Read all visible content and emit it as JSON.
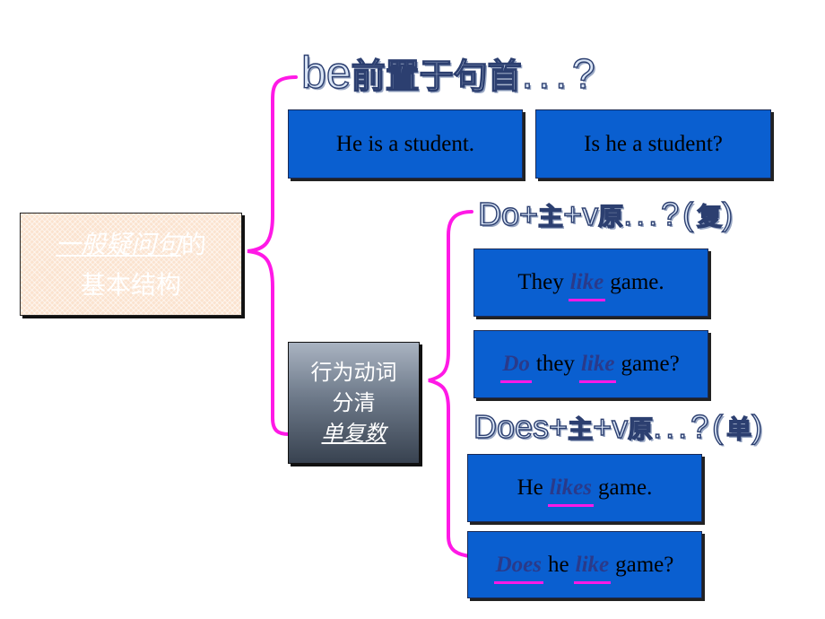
{
  "root": {
    "line1_underlined": "一般疑问句",
    "line1_rest": "的",
    "line2": "基本结构"
  },
  "be_heading": {
    "latin": "be",
    "cjk": "前置于句首",
    "tail": "...?"
  },
  "be_examples": [
    "He is a student.",
    "Is he a student?"
  ],
  "verb_box": {
    "line1": "行为动词",
    "line2": "分清",
    "line3": "单复数"
  },
  "do_heading": {
    "latin1": "Do+",
    "cjk1": "主",
    "latin2": "+v",
    "cjk2": "原",
    "tail": "...?(",
    "cjk3": "复",
    "end": ")"
  },
  "do_examples": [
    {
      "before": "They",
      "verb": "like",
      "after": "game."
    },
    {
      "aux": "Do",
      "mid": "they",
      "verb": "like",
      "after": "game?"
    }
  ],
  "does_heading": {
    "latin1": "Does+",
    "cjk1": "主",
    "latin2": "+v",
    "cjk2": "原",
    "tail": "...?(",
    "cjk3": "单",
    "end": ")"
  },
  "does_examples": [
    {
      "before": "He",
      "verb": "likes",
      "after": "game."
    },
    {
      "aux": "Does",
      "mid": "he",
      "verb": "like",
      "after": "game?"
    }
  ],
  "colors": {
    "bracket": "#ff19e6",
    "box_blue": "#0a5fd0",
    "root_fill": "#fbe3cf"
  }
}
